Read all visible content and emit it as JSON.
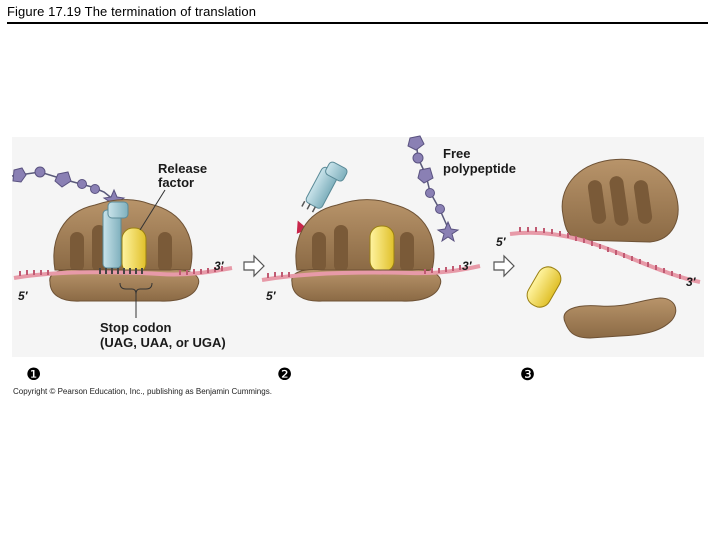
{
  "title": "Figure 17.19  The termination of translation",
  "labels": {
    "release_factor_line1": "Release",
    "release_factor_line2": "factor",
    "free_polypeptide_line1": "Free",
    "free_polypeptide_line2": "polypeptide",
    "stop_codon_line1": "Stop codon",
    "stop_codon_line2": "(UAG, UAA, or UGA)",
    "three_prime": "3′",
    "five_prime": "5′"
  },
  "steps": [
    "❶",
    "❷",
    "❸"
  ],
  "copyright": "Copyright © Pearson Education, Inc., publishing as Benjamin Cummings.",
  "colors": {
    "ribosome": "#a07d55",
    "ribosome_dark": "#6e5235",
    "mrna": "#e79aa8",
    "trna": "#9cc5cf",
    "release_factor": "#f0d84a",
    "polypeptide": "#8a80b4",
    "arrow_red": "#c8264a"
  }
}
